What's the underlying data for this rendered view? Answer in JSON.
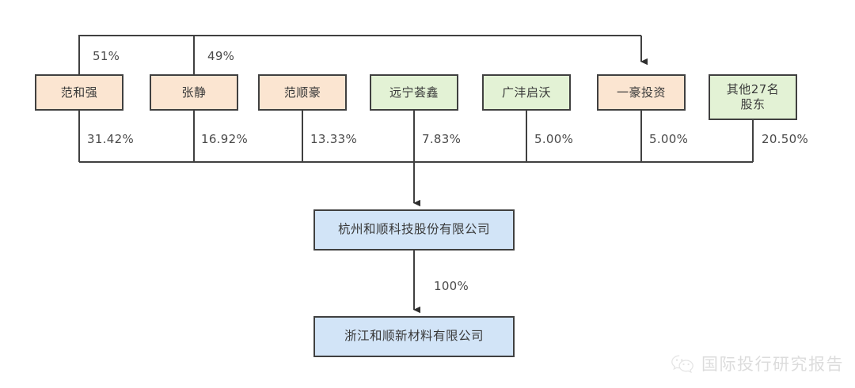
{
  "diagram": {
    "type": "ownership-structure-chart",
    "top_controller_links": [
      {
        "from": "范和强",
        "to": "一豪投资",
        "percent": "51%"
      },
      {
        "from": "张静",
        "to": "一豪投资",
        "percent": "49%"
      }
    ],
    "shareholders": [
      {
        "id": "fanheqiang",
        "label": "范和强",
        "fill": "#fbe5d1",
        "percent": "31.42%"
      },
      {
        "id": "zhangjing",
        "label": "张静",
        "fill": "#fbe5d1",
        "percent": "16.92%"
      },
      {
        "id": "fanshunhao",
        "label": "范顺豪",
        "fill": "#fbe5d1",
        "percent": "13.33%"
      },
      {
        "id": "yuanninghui",
        "label": "远宁荟鑫",
        "fill": "#e3f2d5",
        "percent": "7.83%"
      },
      {
        "id": "guangfengqi",
        "label": "广沣启沃",
        "fill": "#e3f2d5",
        "percent": "5.00%"
      },
      {
        "id": "yihao",
        "label": "一豪投资",
        "fill": "#fbe5d1",
        "percent": "5.00%"
      },
      {
        "id": "others",
        "label": "其他27名\n股东",
        "fill": "#e3f2d5",
        "percent": "20.50%"
      }
    ],
    "companies": [
      {
        "id": "main",
        "label": "杭州和顺科技股份有限公司",
        "fill": "#d2e4f7"
      },
      {
        "id": "sub",
        "label": "浙江和顺新材料有限公司",
        "fill": "#d2e4f7"
      }
    ],
    "subsidiary_link": {
      "from": "杭州和顺科技股份有限公司",
      "to": "浙江和顺新材料有限公司",
      "percent": "100%"
    }
  },
  "watermark": {
    "icon": "wechat-icon",
    "text": "国际投行研究报告"
  },
  "colors": {
    "line": "#404040",
    "orange_fill": "#fbe5d1",
    "green_fill": "#e3f2d5",
    "blue_fill": "#d2e4f7",
    "text": "#3a3a3a"
  }
}
